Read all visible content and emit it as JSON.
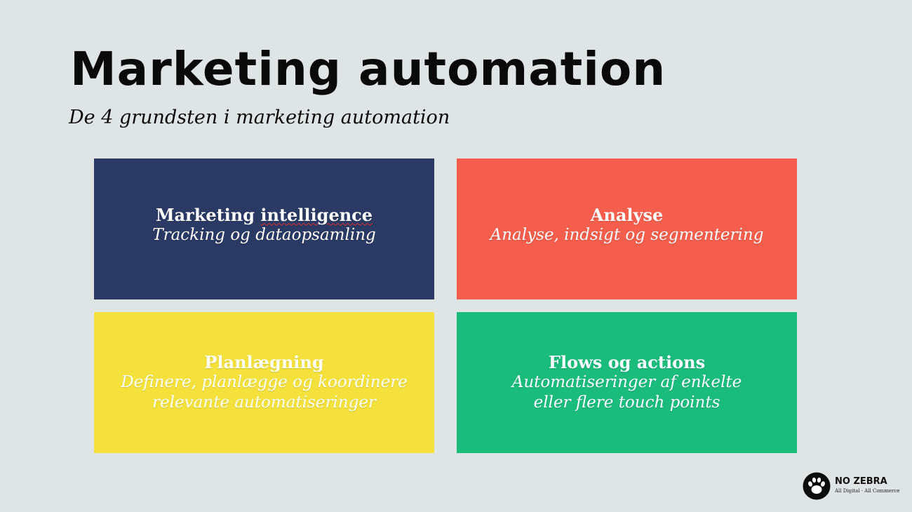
{
  "slide": {
    "title": "Marketing automation",
    "subtitle": "De 4 grundsten i marketing automation"
  },
  "boxes": [
    {
      "heading": "Marketing intelligence",
      "heading_part1": "Marketing ",
      "heading_part2": "intelligence",
      "description": "Tracking og dataopsamling",
      "color": "#2a3a64"
    },
    {
      "heading": "Analyse",
      "description": "Analyse, indsigt og segmentering",
      "color": "#f55d4c"
    },
    {
      "heading": "Planlægning",
      "description": "Definere, planlægge og koordinere\nrelevante automatiseringer",
      "color": "#f4e13b"
    },
    {
      "heading": "Flows og actions",
      "description": "Automatiseringer af enkelte\neller flere touch points",
      "color": "#1abc7c"
    }
  ],
  "logo": {
    "name": "NO ZEBRA",
    "tagline": "All Digital · All Commerce",
    "icon": "paw-print-icon"
  },
  "colors": {
    "background": "#dfe5e4",
    "text": "#0a0a0a"
  }
}
